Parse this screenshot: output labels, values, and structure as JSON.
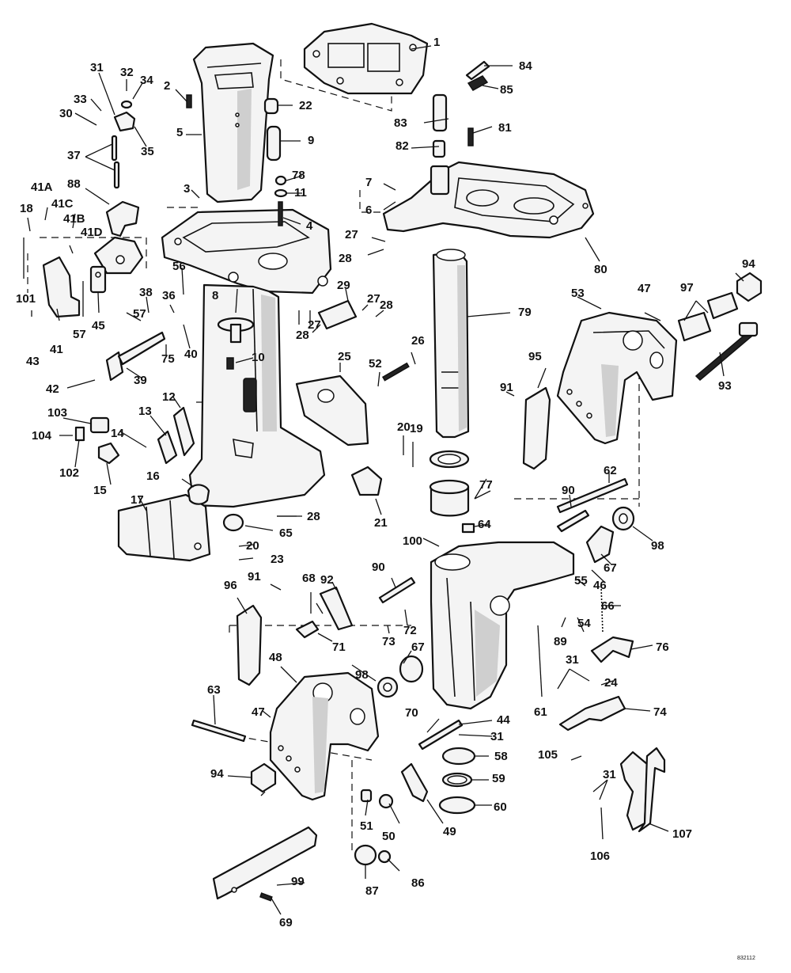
{
  "callouts": [
    "1",
    "2",
    "3",
    "4",
    "5",
    "6",
    "7",
    "8",
    "9",
    "10",
    "11",
    "12",
    "13",
    "14",
    "15",
    "16",
    "17",
    "18",
    "19",
    "20",
    "20",
    "21",
    "22",
    "23",
    "24",
    "25",
    "26",
    "27",
    "27",
    "27",
    "28",
    "28",
    "28",
    "28",
    "29",
    "30",
    "31",
    "31",
    "31",
    "31",
    "32",
    "33",
    "34",
    "35",
    "36",
    "37",
    "38",
    "39",
    "40",
    "41",
    "41A",
    "41B",
    "41C",
    "41D",
    "42",
    "43",
    "44",
    "45",
    "46",
    "47",
    "47",
    "48",
    "49",
    "50",
    "51",
    "52",
    "53",
    "54",
    "55",
    "56",
    "57",
    "57",
    "58",
    "59",
    "60",
    "61",
    "62",
    "63",
    "64",
    "65",
    "66",
    "67",
    "67",
    "68",
    "69",
    "70",
    "71",
    "72",
    "73",
    "74",
    "75",
    "76",
    "77",
    "78",
    "79",
    "80",
    "81",
    "82",
    "83",
    "84",
    "85",
    "86",
    "87",
    "88",
    "89",
    "90",
    "90",
    "91",
    "91",
    "92",
    "93",
    "94",
    "94",
    "95",
    "96",
    "97",
    "98",
    "98",
    "99",
    "100",
    "101",
    "102",
    "103",
    "104",
    "105",
    "106",
    "107"
  ],
  "figure_code": "832112"
}
